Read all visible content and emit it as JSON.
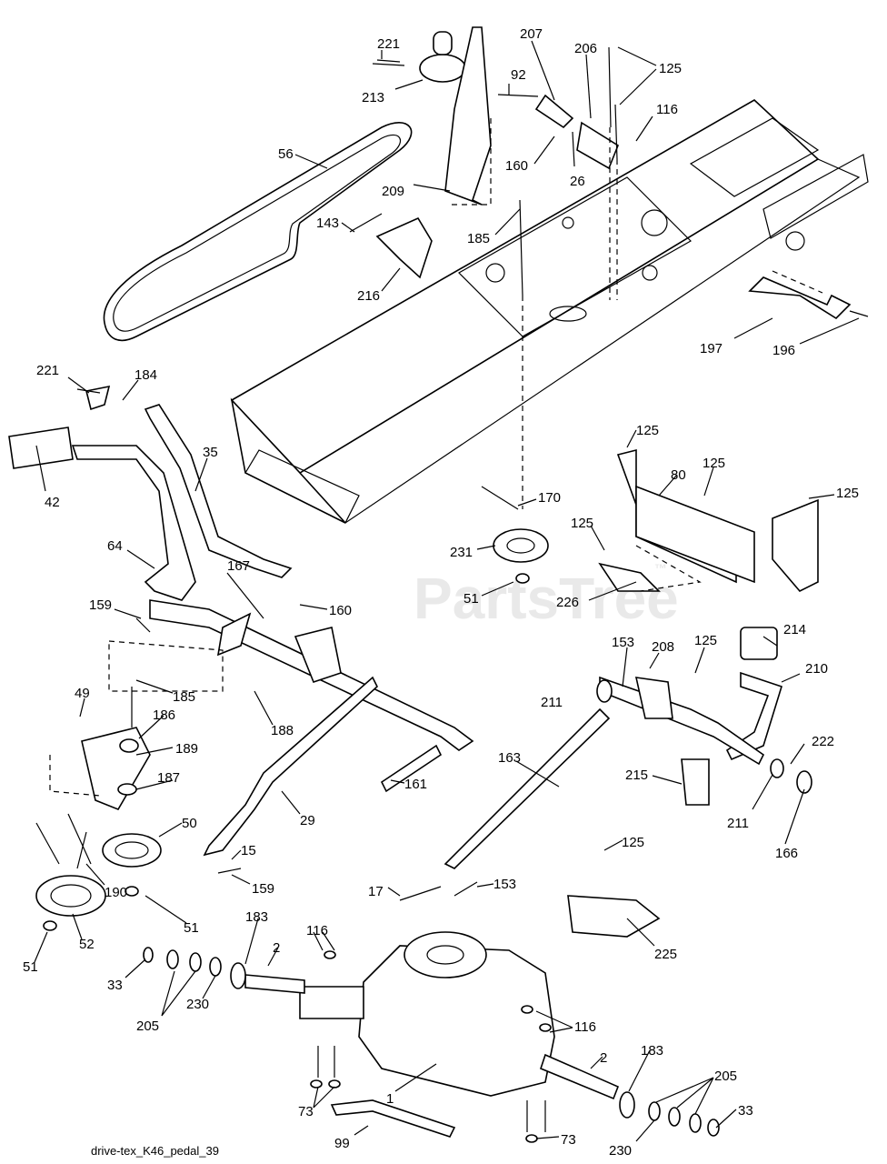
{
  "watermark": "PartsTree",
  "trademark": "™",
  "footer": "drive-tex_K46_pedal_39",
  "callouts": [
    "221",
    "213",
    "207",
    "206",
    "125",
    "92",
    "116",
    "56",
    "160",
    "26",
    "209",
    "143",
    "185",
    "216",
    "197",
    "196",
    "221",
    "184",
    "35",
    "42",
    "125",
    "80",
    "125",
    "125",
    "170",
    "125",
    "64",
    "231",
    "51",
    "226",
    "167",
    "160",
    "159",
    "214",
    "153",
    "208",
    "125",
    "210",
    "211",
    "49",
    "185",
    "186",
    "188",
    "189",
    "187",
    "163",
    "222",
    "161",
    "215",
    "211",
    "166",
    "50",
    "29",
    "15",
    "125",
    "159",
    "17",
    "153",
    "190",
    "51",
    "52",
    "183",
    "116",
    "2",
    "225",
    "33",
    "51",
    "205",
    "230",
    "116",
    "183",
    "2",
    "205",
    "1",
    "73",
    "33",
    "99",
    "73",
    "230"
  ]
}
